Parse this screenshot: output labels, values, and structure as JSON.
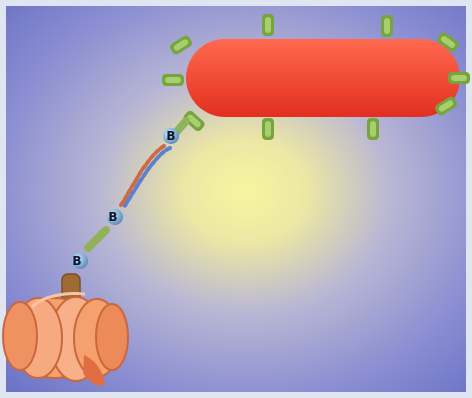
{
  "scene": {
    "background": {
      "frame_color": "#dfe6f2",
      "glow_color": "#f2f09a",
      "edge_color": "#6f75c8"
    },
    "cell": {
      "fill": "#ef3d2a",
      "highlight": "#ff6a4f",
      "receptor_color": "#7fa644"
    },
    "linker_markers": [
      {
        "label": "B"
      },
      {
        "label": "B"
      },
      {
        "label": "B"
      }
    ],
    "dna": {
      "strand_a_color": "#cf6a45",
      "strand_b_color": "#5e80cf"
    },
    "particle": {
      "body_color": "#f29a6a",
      "shade_color": "#dd6f45",
      "stem_color": "#9f6b35"
    }
  }
}
